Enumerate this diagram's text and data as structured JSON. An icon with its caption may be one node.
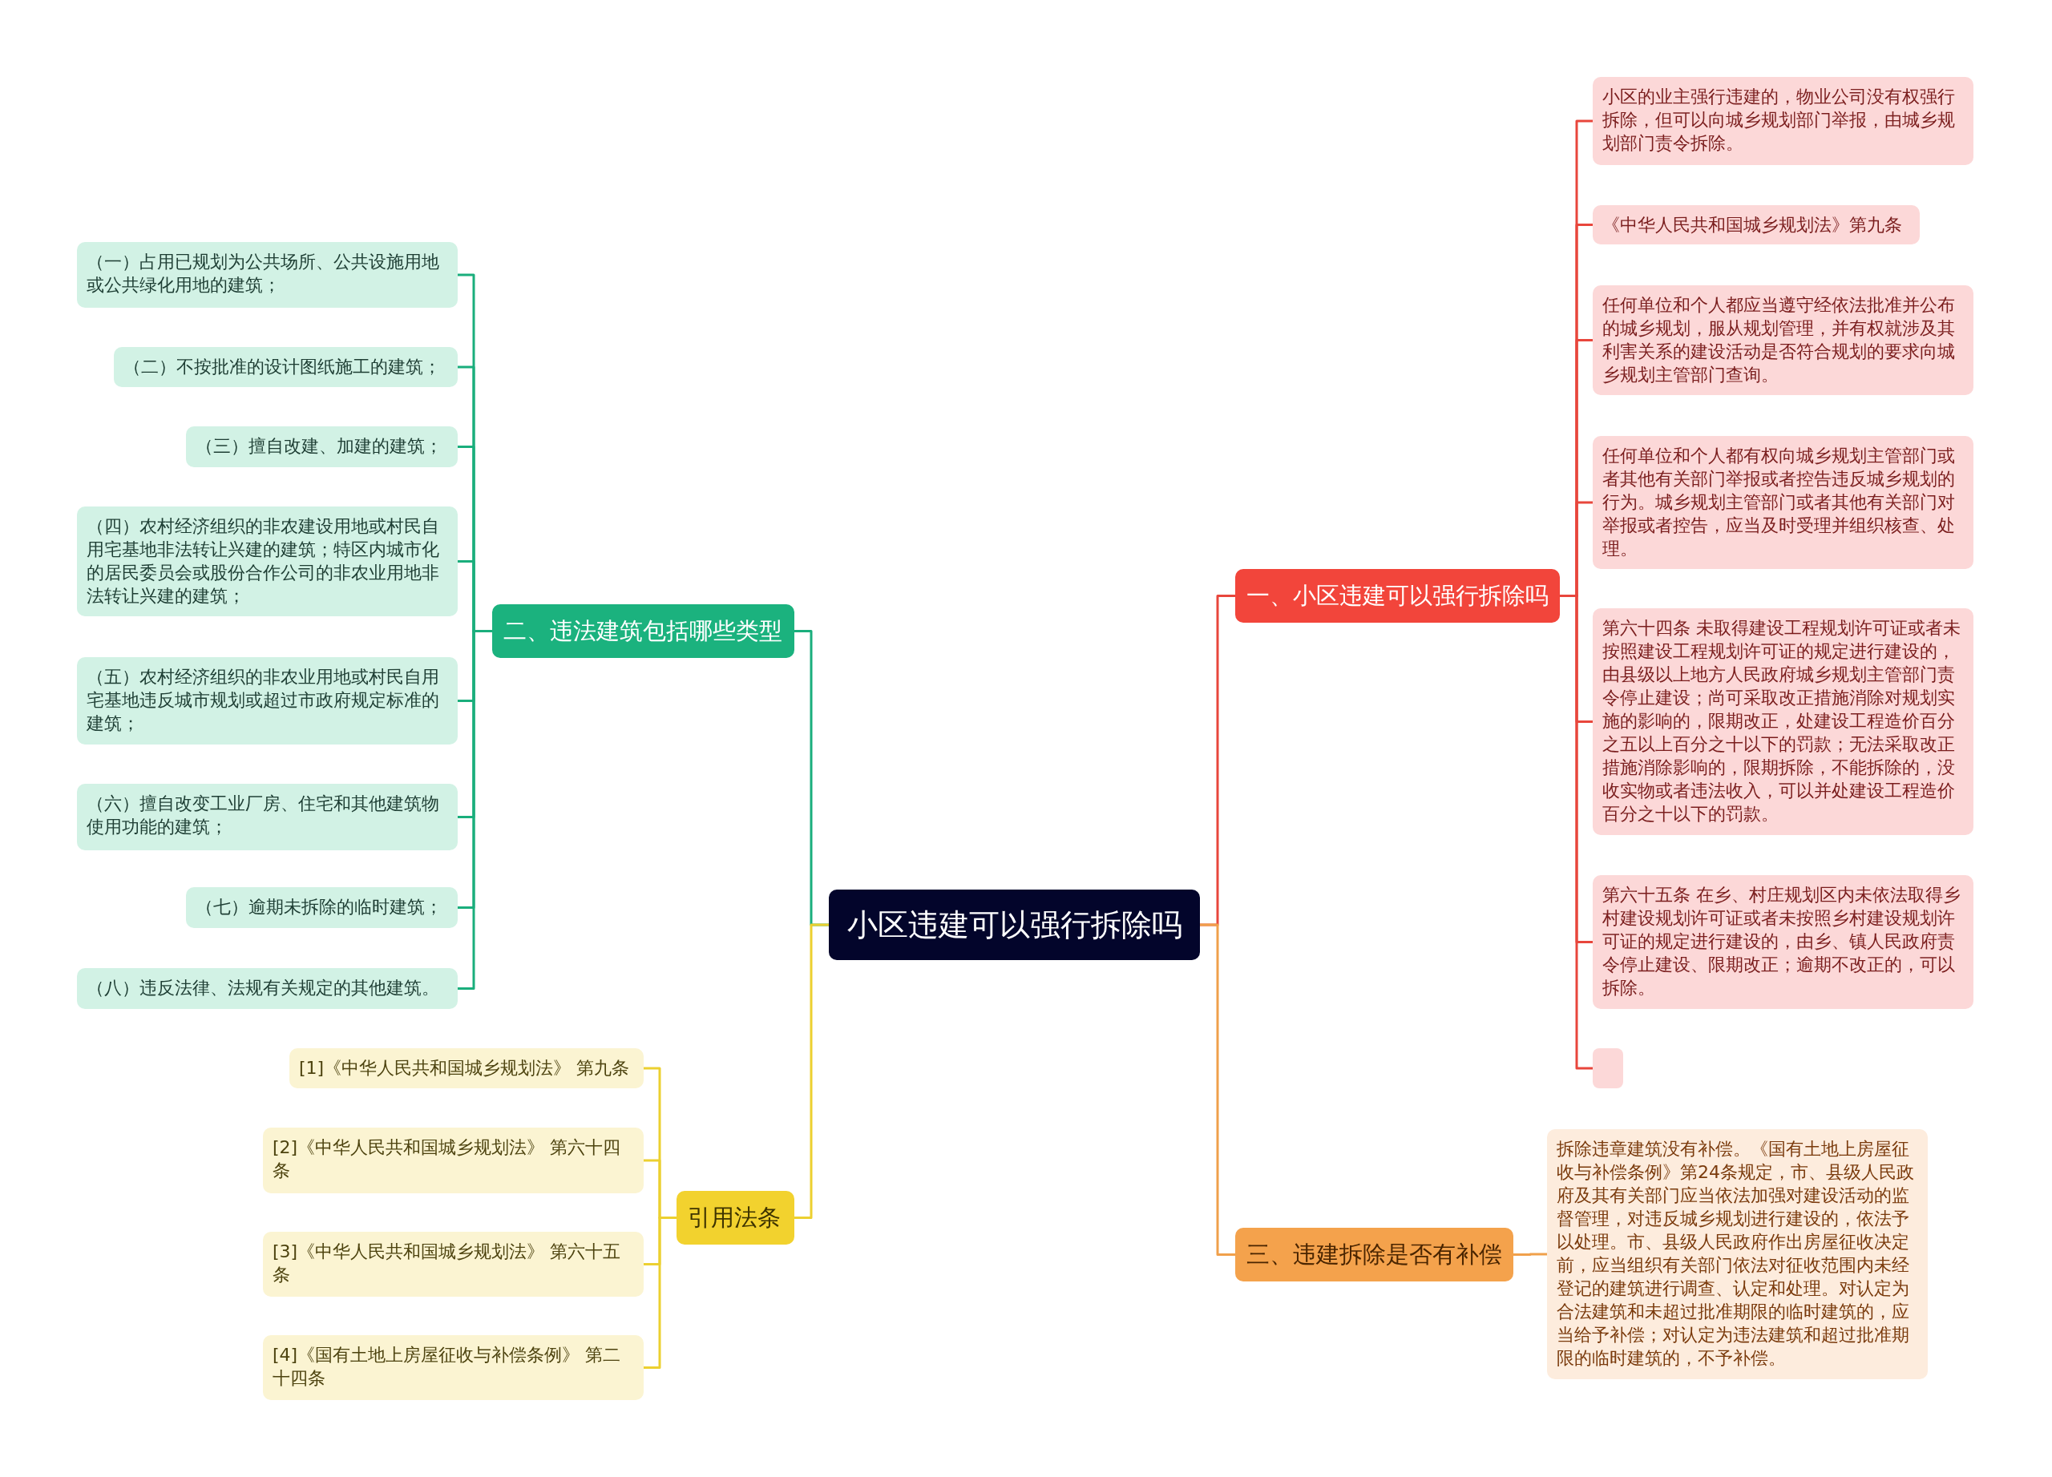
{
  "diagram": {
    "nodes": [
      {
        "text": [
          "小区违建可以强行拆除吗"
        ]
      },
      {
        "text": [
          "一、小区违建可以强行拆除吗"
        ]
      },
      {
        "text": [
          "小区的业主强行违建的，物业公司没有权强行拆除，但可以向城乡规划部门举报，由城乡规划部门责令拆除。"
        ]
      },
      {
        "text": [
          "《中华人民共和国城乡规划法》第九条"
        ]
      },
      {
        "text": [
          "任何单位和个人都应当遵守经依法批准并公布的城乡规划，服从规划管理，并有权就涉及其利害关系的建设活动是否符合规划的要求向城乡规划主管部门查询。"
        ]
      },
      {
        "text": [
          "任何单位和个人都有权向城乡规划主管部门或者其他有关部门举报或者控告违反城乡规划的行为。城乡规划主管部门或者其他有关部门对举报或者控告，应当及时受理并组织核查、处理。"
        ]
      },
      {
        "text": [
          "第六十四条 未取得建设工程规划许可证或者未按照建设工程规划许可证的规定进行建设的，由县级以上地方人民政府城乡规划主管部门责令停止建设；尚可采取改正措施消除对规划实施的影响的，限期改正，处建设工程造价百分之五以上百分之十以下的罚款；无法采取改正措施消除影响的，限期拆除，不能拆除的，没收实物或者违法收入，可以并处建设工程造价百分之十以下的罚款。"
        ]
      },
      {
        "text": [
          "第六十五条 在乡、村庄规划区内未依法取得乡村建设规划许可证或者未按照乡村建设规划许可证的规定进行建设的，由乡、镇人民政府责令停止建设、限期改正；逾期不改正的，可以拆除。"
        ]
      },
      {
        "text": [],
        "shape": "box"
      },
      {
        "text": [
          "三、违建拆除是否有补偿"
        ]
      },
      {
        "text": [
          "拆除违章建筑没有补偿。《国有土地上房屋征收与补偿条例》第24条规定，市、县级人民政府及其有关部门应当依法加强对建设活动的监督管理，对违反城乡规划进行建设的，依法予以处理。市、县级人民政府作出房屋征收决定前，应当组织有关部门依法对征收范围内未经登记的建筑进行调查、认定和处理。对认定为合法建筑和未超过批准期限的临时建筑的，应当给予补偿；对认定为违法建筑和超过批准期限的临时建筑的，不予补偿。"
        ]
      },
      {
        "text": [
          "二、违法建筑包括哪些类型"
        ]
      },
      {
        "text": [
          "（一）占用已规划为公共场所、公共设施用地或公共绿化用地的建筑；"
        ]
      },
      {
        "text": [
          "（二）不按批准的设计图纸施工的建筑；"
        ]
      },
      {
        "text": [
          "（三）擅自改建、加建的建筑；"
        ]
      },
      {
        "text": [
          "（四）农村经济组织的非农建设用地或村民自用宅基地非法转让兴建的建筑；特区内城市化的居民委员会或股份合作公司的非农业用地非法转让兴建的建筑；"
        ]
      },
      {
        "text": [
          "（五）农村经济组织的非农业用地或村民自用宅基地违反城市规划或超过市政府规定标准的建筑；"
        ]
      },
      {
        "text": [
          "（六）擅自改变工业厂房、住宅和其他建筑物使用功能的建筑；"
        ]
      },
      {
        "text": [
          "（七）逾期未拆除的临时建筑；"
        ]
      },
      {
        "text": [
          "（八）违反法律、法规有关规定的其他建筑。"
        ]
      },
      {
        "text": [
          "引用法条"
        ]
      },
      {
        "text": [
          "[1]《中华人民共和国城乡规划法》 第九条"
        ]
      },
      {
        "text": [
          "[2]《中华人民共和国城乡规划法》 第六十四条"
        ]
      },
      {
        "text": [
          "[3]《中华人民共和国城乡规划法》 第六十五条"
        ]
      },
      {
        "text": [
          "[4]《国有土地上房屋征收与补偿条例》 第二十四条"
        ]
      }
    ],
    "edges": [
      {
        "from": 0,
        "to": 1,
        "arrow": "none",
        "color": "#e8463c"
      },
      {
        "from": 1,
        "to": 2,
        "arrow": "none",
        "color": "#e8463c"
      },
      {
        "from": 1,
        "to": 3,
        "arrow": "none",
        "color": "#e8463c"
      },
      {
        "from": 1,
        "to": 4,
        "arrow": "none",
        "color": "#e8463c"
      },
      {
        "from": 1,
        "to": 5,
        "arrow": "none",
        "color": "#e8463c"
      },
      {
        "from": 1,
        "to": 6,
        "arrow": "none",
        "color": "#e8463c"
      },
      {
        "from": 1,
        "to": 7,
        "arrow": "none",
        "color": "#e8463c"
      },
      {
        "from": 1,
        "to": 8,
        "arrow": "none",
        "color": "#e8463c"
      },
      {
        "from": 0,
        "to": 9,
        "arrow": "none",
        "color": "#f0a04b"
      },
      {
        "from": 9,
        "to": 10,
        "arrow": "none",
        "color": "#f0a04b"
      },
      {
        "from": 0,
        "to": 11,
        "arrow": "none",
        "color": "#1aae7c"
      },
      {
        "from": 11,
        "to": 12,
        "arrow": "none",
        "color": "#1aae7c"
      },
      {
        "from": 11,
        "to": 13,
        "arrow": "none",
        "color": "#1aae7c"
      },
      {
        "from": 11,
        "to": 14,
        "arrow": "none",
        "color": "#1aae7c"
      },
      {
        "from": 11,
        "to": 15,
        "arrow": "none",
        "color": "#1aae7c"
      },
      {
        "from": 11,
        "to": 16,
        "arrow": "none",
        "color": "#1aae7c"
      },
      {
        "from": 11,
        "to": 17,
        "arrow": "none",
        "color": "#1aae7c"
      },
      {
        "from": 11,
        "to": 18,
        "arrow": "none",
        "color": "#1aae7c"
      },
      {
        "from": 11,
        "to": 19,
        "arrow": "none",
        "color": "#1aae7c"
      },
      {
        "from": 0,
        "to": 20,
        "arrow": "none",
        "color": "#ecd030"
      },
      {
        "from": 20,
        "to": 21,
        "arrow": "none",
        "color": "#ecd030"
      },
      {
        "from": 20,
        "to": 22,
        "arrow": "none",
        "color": "#ecd030"
      },
      {
        "from": 20,
        "to": 23,
        "arrow": "none",
        "color": "#ecd030"
      },
      {
        "from": 20,
        "to": 24,
        "arrow": "none",
        "color": "#ecd030"
      }
    ]
  }
}
